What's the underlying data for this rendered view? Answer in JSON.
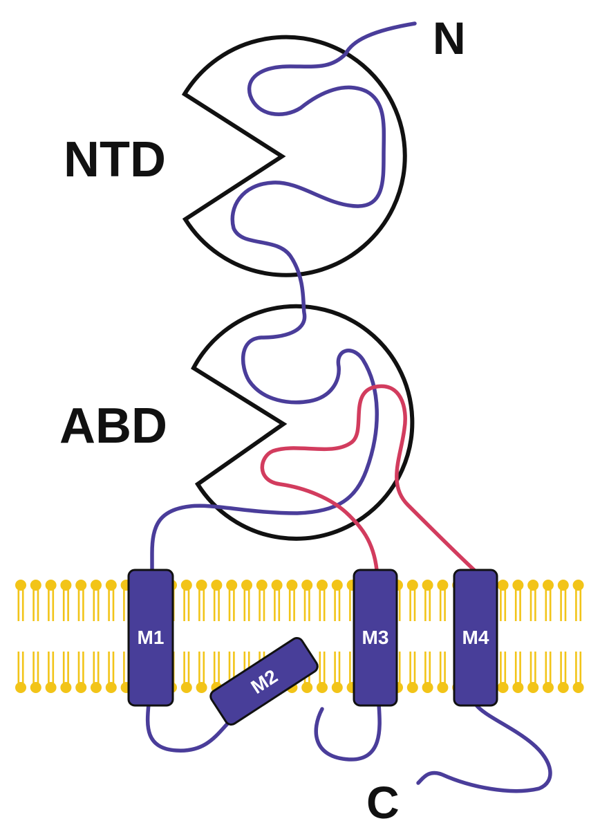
{
  "labels": {
    "n_terminus": "N",
    "c_terminus": "C",
    "ntd": "NTD",
    "abd": "ABD"
  },
  "helices": [
    {
      "id": "m1",
      "label": "M1"
    },
    {
      "id": "m2",
      "label": "M2"
    },
    {
      "id": "m3",
      "label": "M3"
    },
    {
      "id": "m4",
      "label": "M4"
    }
  ],
  "colors": {
    "chain": "#4a3d9a",
    "ligand_chain": "#d23c5e",
    "helix_fill": "#483e99",
    "membrane": "#f2c418",
    "outline": "#111111"
  }
}
